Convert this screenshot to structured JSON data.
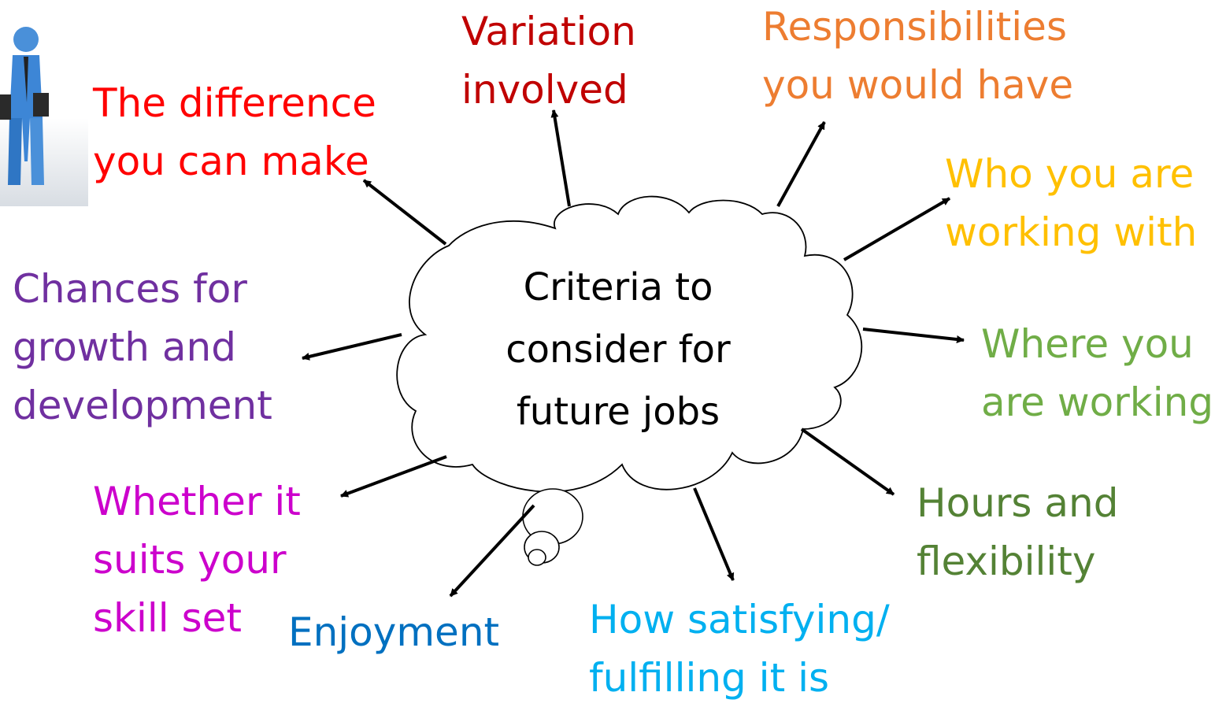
{
  "center": {
    "lines": [
      "Criteria to",
      "consider for",
      "future jobs"
    ]
  },
  "criteria": [
    {
      "id": "difference",
      "lines": [
        "The difference",
        "you can make"
      ],
      "color": "#ff0000"
    },
    {
      "id": "variation",
      "lines": [
        "Variation",
        "involved"
      ],
      "color": "#c00000"
    },
    {
      "id": "responsibilities",
      "lines": [
        "Responsibilities",
        "you would have"
      ],
      "color": "#ed7d31"
    },
    {
      "id": "who",
      "lines": [
        "Who you are",
        "working with"
      ],
      "color": "#ffc000"
    },
    {
      "id": "where",
      "lines": [
        "Where you",
        "are working"
      ],
      "color": "#70ad47"
    },
    {
      "id": "hours",
      "lines": [
        "Hours and",
        "flexibility"
      ],
      "color": "#548235"
    },
    {
      "id": "satisfying",
      "lines": [
        "How satisfying/",
        "fulfilling it is"
      ],
      "color": "#00b0f0"
    },
    {
      "id": "enjoyment",
      "lines": [
        "Enjoyment"
      ],
      "color": "#0070c0"
    },
    {
      "id": "skills",
      "lines": [
        "Whether it",
        "suits your",
        "skill set"
      ],
      "color": "#cc00cc"
    },
    {
      "id": "growth",
      "lines": [
        "Chances for",
        "growth and",
        "development"
      ],
      "color": "#7030a0"
    }
  ]
}
